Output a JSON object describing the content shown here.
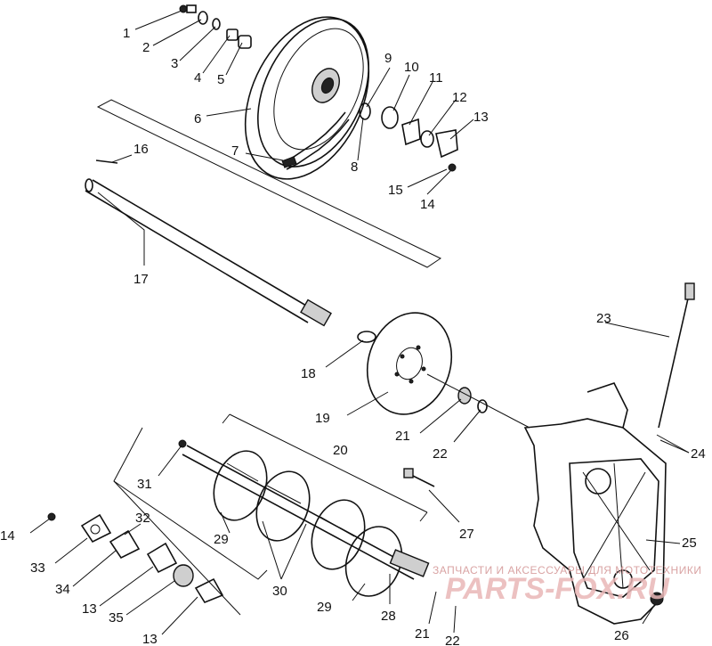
{
  "labels": [
    "1",
    "2",
    "3",
    "4",
    "5",
    "6",
    "7",
    "8",
    "9",
    "10",
    "11",
    "12",
    "13",
    "14",
    "15",
    "16",
    "17",
    "18",
    "19",
    "20",
    "21",
    "22",
    "23",
    "24",
    "25",
    "26",
    "27",
    "28",
    "29",
    "30",
    "31",
    "32",
    "33",
    "34",
    "35"
  ],
  "callouts": [
    {
      "text": "1"
    },
    {
      "text": "2"
    },
    {
      "text": "3"
    },
    {
      "text": "4"
    },
    {
      "text": "5"
    },
    {
      "text": "6"
    },
    {
      "text": "7"
    },
    {
      "text": "8"
    },
    {
      "text": "9"
    },
    {
      "text": "10"
    },
    {
      "text": "11"
    },
    {
      "text": "12"
    },
    {
      "text": "13"
    },
    {
      "text": "14"
    },
    {
      "text": "15"
    },
    {
      "text": "16"
    },
    {
      "text": "17"
    },
    {
      "text": "18"
    },
    {
      "text": "19"
    },
    {
      "text": "20"
    },
    {
      "text": "21"
    },
    {
      "text": "22"
    },
    {
      "text": "23"
    },
    {
      "text": "24"
    },
    {
      "text": "25"
    },
    {
      "text": "26"
    },
    {
      "text": "27"
    },
    {
      "text": "28"
    },
    {
      "text": "29"
    },
    {
      "text": "29"
    },
    {
      "text": "30"
    },
    {
      "text": "31"
    },
    {
      "text": "32"
    },
    {
      "text": "33"
    },
    {
      "text": "34"
    },
    {
      "text": "13"
    },
    {
      "text": "35"
    },
    {
      "text": "13"
    },
    {
      "text": "14"
    },
    {
      "text": "21"
    },
    {
      "text": "22"
    }
  ],
  "watermark": {
    "caption": "ЗАПЧАСТИ И АКСЕССУАРЫ ДЛЯ МОТОТЕХНИКИ",
    "brand": "PARTS-FOX.RU"
  }
}
